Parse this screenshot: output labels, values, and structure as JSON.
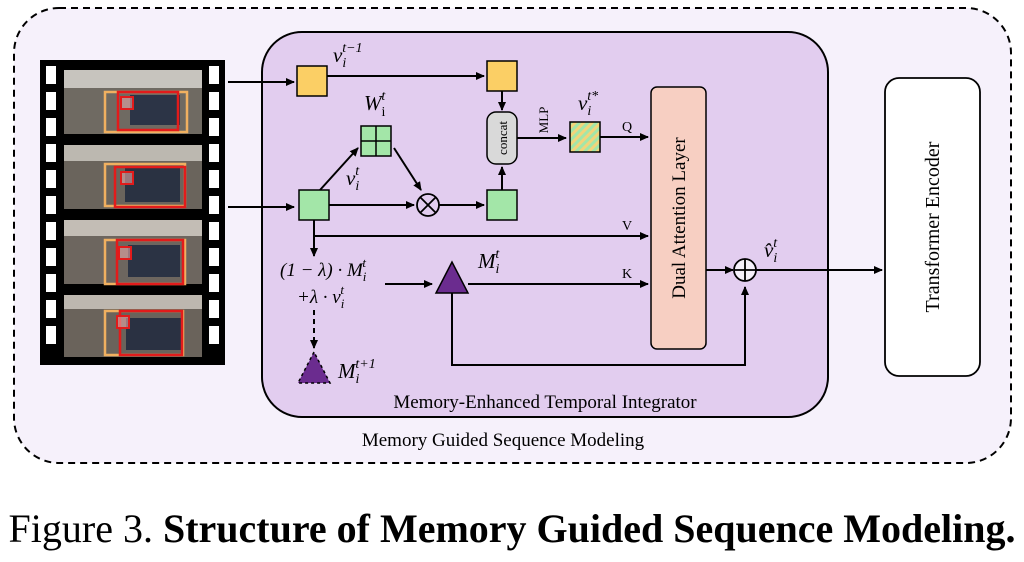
{
  "diagram": {
    "outer_box_label": "Memory Guided Sequence Modeling",
    "inner_box_label": "Memory-Enhanced Temporal Integrator",
    "dual_attention_label": "Dual Attention Layer",
    "transformer_label": "Transformer Encoder",
    "concat_label": "concat",
    "mlp_label": "MLP",
    "q_label": "Q",
    "v_label": "V",
    "k_label": "K",
    "v_prev_base": "v",
    "v_prev_sub": "i",
    "v_prev_sup": "t−1",
    "w_base": "W",
    "w_sub": "i",
    "w_sup": "t",
    "v_cur_base": "v",
    "v_cur_sub": "i",
    "v_cur_sup": "t",
    "v_star_base": "v",
    "v_star_sub": "i",
    "v_star_sup": "t*",
    "m_base": "M",
    "m_sub": "i",
    "m_sup": "t",
    "m_next_base": "M",
    "m_next_sub": "i",
    "m_next_sup": "t+1",
    "update_line1": "(1 − λ) · M",
    "update_line1_sub": "i",
    "update_line1_sup": "t",
    "update_line2": "+λ · v",
    "update_line2_sub": "i",
    "update_line2_sup": "t",
    "out_base": "v̂",
    "out_sub": "i",
    "out_sup": "t",
    "otimes": "⊗",
    "oplus": "⊕"
  },
  "caption": {
    "prefix": "Figure 3.",
    "title": "Structure of Memory Guided Sequence Modeling."
  },
  "colors": {
    "outer_fill": "#f6f1fb",
    "inner_fill": "#e2cdef",
    "yellow": "#fbcf65",
    "green": "#a3e6a8",
    "purple": "#6b2c8f",
    "dual_fill": "#f7cfc2",
    "concat_fill": "#d9d9d9",
    "frame_bbox_orange": "#f0b060",
    "frame_bbox_red": "#e21b1b"
  }
}
